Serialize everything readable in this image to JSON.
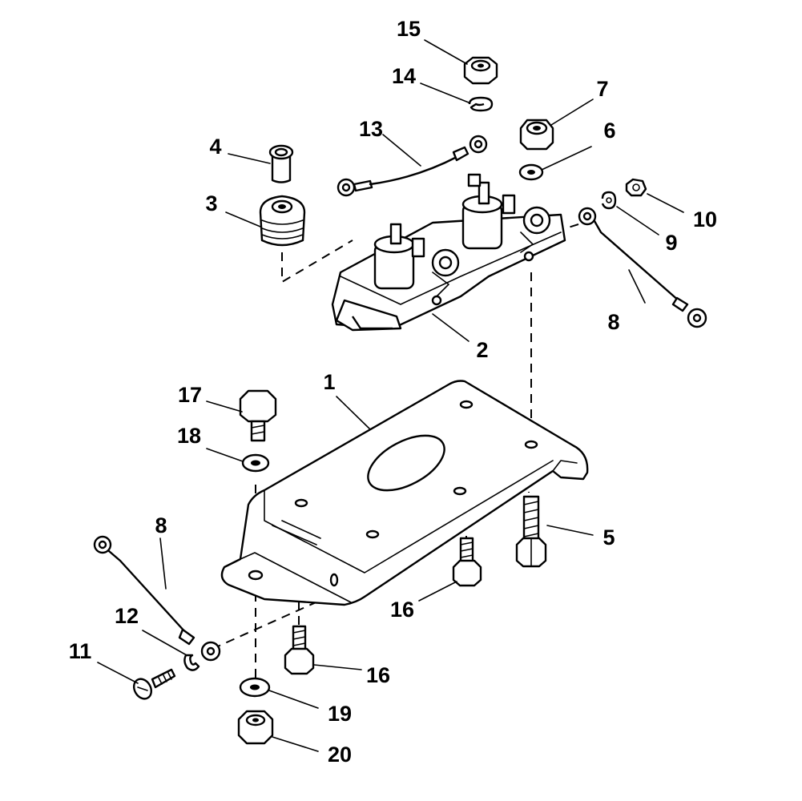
{
  "callouts": {
    "c1": "1",
    "c2": "2",
    "c3": "3",
    "c4": "4",
    "c5": "5",
    "c6": "6",
    "c7": "7",
    "c8a": "8",
    "c8b": "8",
    "c9": "9",
    "c10": "10",
    "c11": "11",
    "c12": "12",
    "c13": "13",
    "c14": "14",
    "c15": "15",
    "c16a": "16",
    "c16b": "16",
    "c17": "17",
    "c18": "18",
    "c19": "19",
    "c20": "20"
  }
}
